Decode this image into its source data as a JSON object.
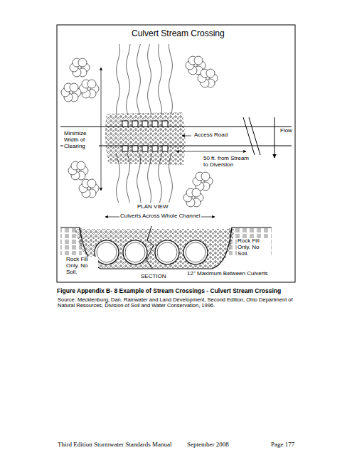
{
  "diagram": {
    "title": "Culvert Stream Crossing",
    "caption": "Figure Appendix B- 8 Example of Stream Crossings - Culvert Stream Crossing",
    "labels": [
      "Minimize Width of Clearing",
      "Access Road",
      "Flow",
      "50 ft. from Stream to Diversion",
      "PLAN VIEW",
      "Culverts Across Whole Channel",
      "Rock Fill Only. No Soil.",
      "Rock Fill Only. No Soil.",
      "12\" Maximum Between Culverts",
      "SECTION",
      "Source: Mecklenburg, Dan, Rainwater and Land Development, Second Edition, Ohio Department of Natural Resources, Division of Soil and Water Conservation, 1996.",
      "Third Edition Stormwater Standards Manual",
      "September 2008",
      "Page 177"
    ]
  }
}
